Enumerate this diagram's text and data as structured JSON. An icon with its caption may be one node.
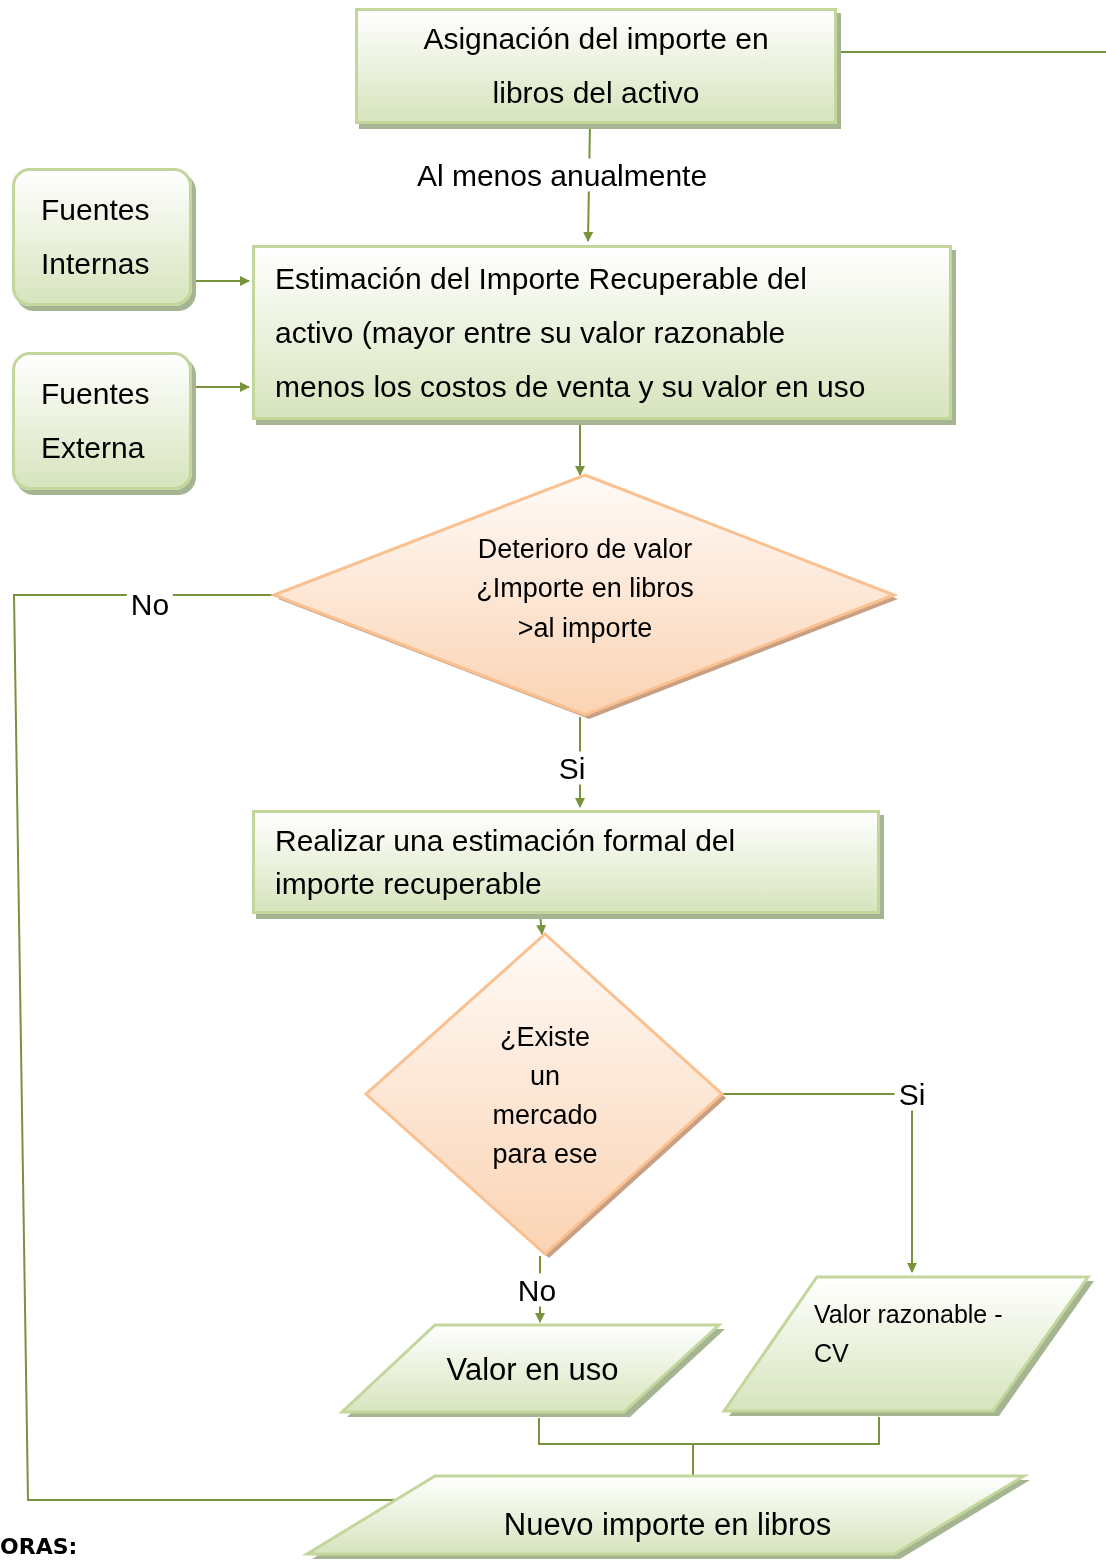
{
  "diagram": {
    "nodes": [
      {
        "text": [
          "Asignación del importe en libros del activo"
        ]
      },
      {
        "text": [
          "Fuentes Internas"
        ]
      },
      {
        "text": [
          "Fuentes Externa"
        ]
      },
      {
        "text": [
          "Estimación del Importe Recuperable del activo (mayor entre  su valor razonable menos los costos de venta y su  valor en uso"
        ]
      },
      {
        "text": [
          "Deterioro de valor ¿Importe en libros >al importe"
        ]
      },
      {
        "text": [
          "Realizar una estimación formal del importe recuperable"
        ]
      },
      {
        "text": [
          "¿Existe un mercado para ese"
        ]
      },
      {
        "text": [
          "Valor en uso"
        ]
      },
      {
        "text": [
          "Valor razonable - CV"
        ]
      },
      {
        "text": [
          "Nuevo importe en libros"
        ]
      }
    ],
    "edges": [
      {
        "from": 0,
        "to": 3,
        "arrow": "to",
        "label": "Al menos anualmente"
      },
      {
        "from": 1,
        "to": 3,
        "arrow": "to"
      },
      {
        "from": 2,
        "to": 3,
        "arrow": "to"
      },
      {
        "from": 3,
        "to": 4,
        "arrow": "to"
      },
      {
        "from": 4,
        "to": 5,
        "arrow": "to",
        "label": "Si"
      },
      {
        "from": 5,
        "to": 6,
        "arrow": "to"
      },
      {
        "from": 6,
        "to": 8,
        "arrow": "to",
        "label": "Si"
      },
      {
        "from": 6,
        "to": 7,
        "arrow": "to",
        "label": "No"
      },
      {
        "from": 7,
        "to": 9,
        "arrow": "none"
      },
      {
        "from": 8,
        "to": 9,
        "arrow": "none"
      },
      {
        "from": 4,
        "to": 9,
        "arrow": "none",
        "label": "No"
      },
      {
        "from": 0,
        "to": null,
        "arrow": "none"
      }
    ],
    "labels": [
      "ORAS:"
    ]
  }
}
